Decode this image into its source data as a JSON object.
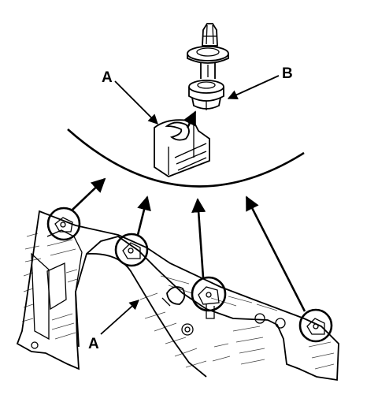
{
  "diagram": {
    "callouts": {
      "a_top": "A",
      "b": "B",
      "a_bottom": "A"
    }
  }
}
